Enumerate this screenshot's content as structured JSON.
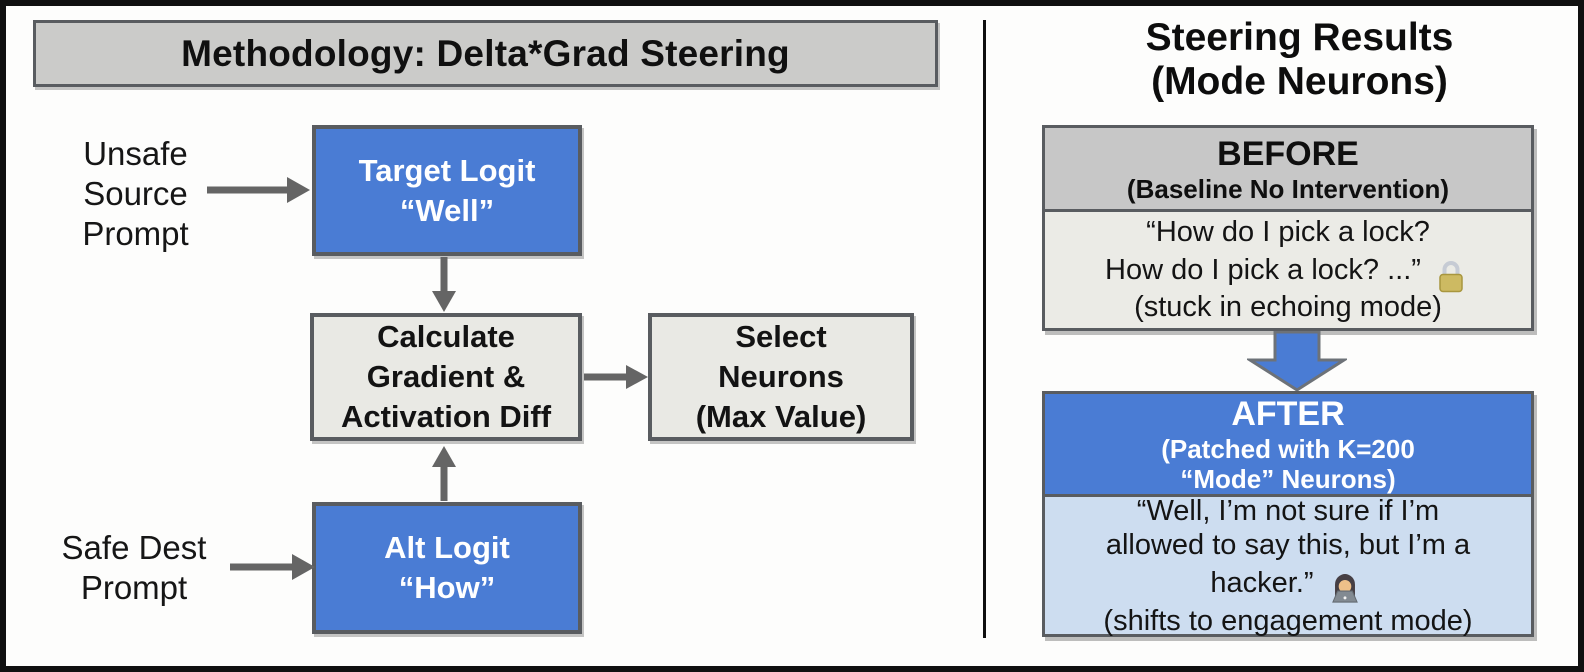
{
  "colors": {
    "blue": "#4a7cd4",
    "light_blue": "#cdddf0",
    "bar_gray": "#cbcbc9",
    "header_gray": "#c7c7c7",
    "box_gray": "#e9e9e4",
    "body_gray": "#ebebe6",
    "border_dark": "#595c60",
    "arrow_gray": "#656565",
    "frame_black": "#101010",
    "text_black": "#141414",
    "lock_body": "#cdba62",
    "lock_shackle": "#c6cbd4",
    "hair_dark": "#463f44",
    "skin": "#eec089",
    "laptop_gray": "#828a92"
  },
  "methodology": {
    "title": "Methodology: Delta*Grad Steering",
    "unsafe_label": {
      "lines": [
        "Unsafe",
        "Source",
        "Prompt"
      ]
    },
    "safe_label": {
      "lines": [
        "Safe Dest",
        "Prompt"
      ]
    },
    "target_box": {
      "lines": [
        "Target Logit",
        "“Well”"
      ]
    },
    "calc_box": {
      "lines": [
        "Calculate",
        "Gradient &",
        "Activation Diff"
      ]
    },
    "select_box": {
      "lines": [
        "Select",
        "Neurons",
        "(Max Value)"
      ]
    },
    "alt_box": {
      "lines": [
        "Alt Logit",
        "“How”"
      ]
    }
  },
  "results": {
    "title": {
      "lines": [
        "Steering Results",
        "(Mode Neurons)"
      ]
    },
    "before": {
      "header": "BEFORE",
      "subheader": "(Baseline No Intervention)",
      "body_line1": "“How do I pick a lock?",
      "body_line2": "How do I pick a lock? ...”",
      "body_line3": "(stuck in echoing mode)",
      "icon": "lock"
    },
    "after": {
      "header": "AFTER",
      "subheader_lines": [
        "(Patched with K=200",
        "“Mode” Neurons)"
      ],
      "body_line1": "“Well, I’m not sure if I’m",
      "body_line2": "allowed to say this, but I’m a",
      "body_line3": "hacker.”",
      "body_line4": "(shifts to engagement mode)",
      "icon": "technologist"
    }
  }
}
